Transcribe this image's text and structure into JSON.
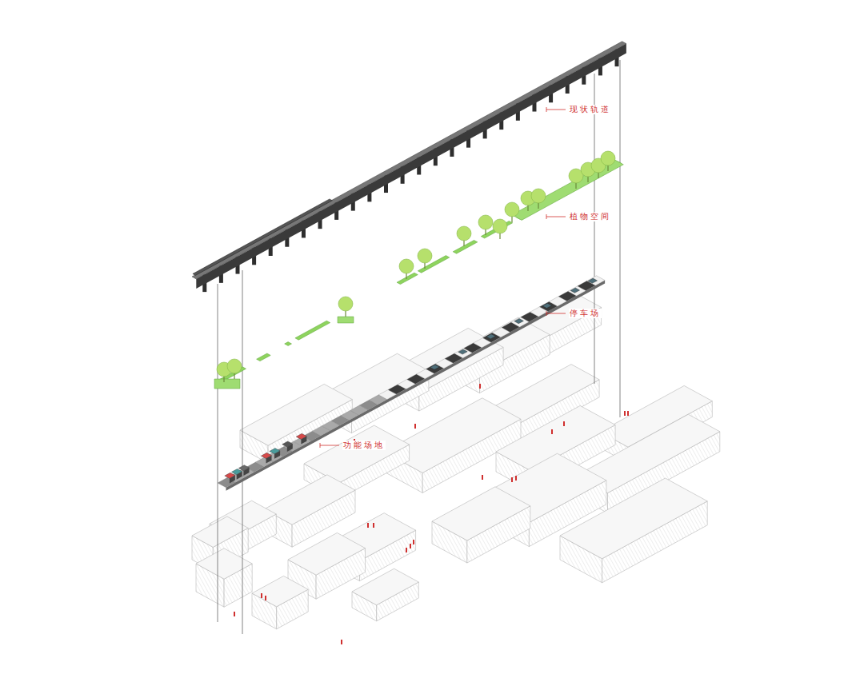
{
  "diagram": {
    "labels": [
      "现状轨道",
      "植物空间",
      "停车场",
      "功能场地"
    ]
  }
}
